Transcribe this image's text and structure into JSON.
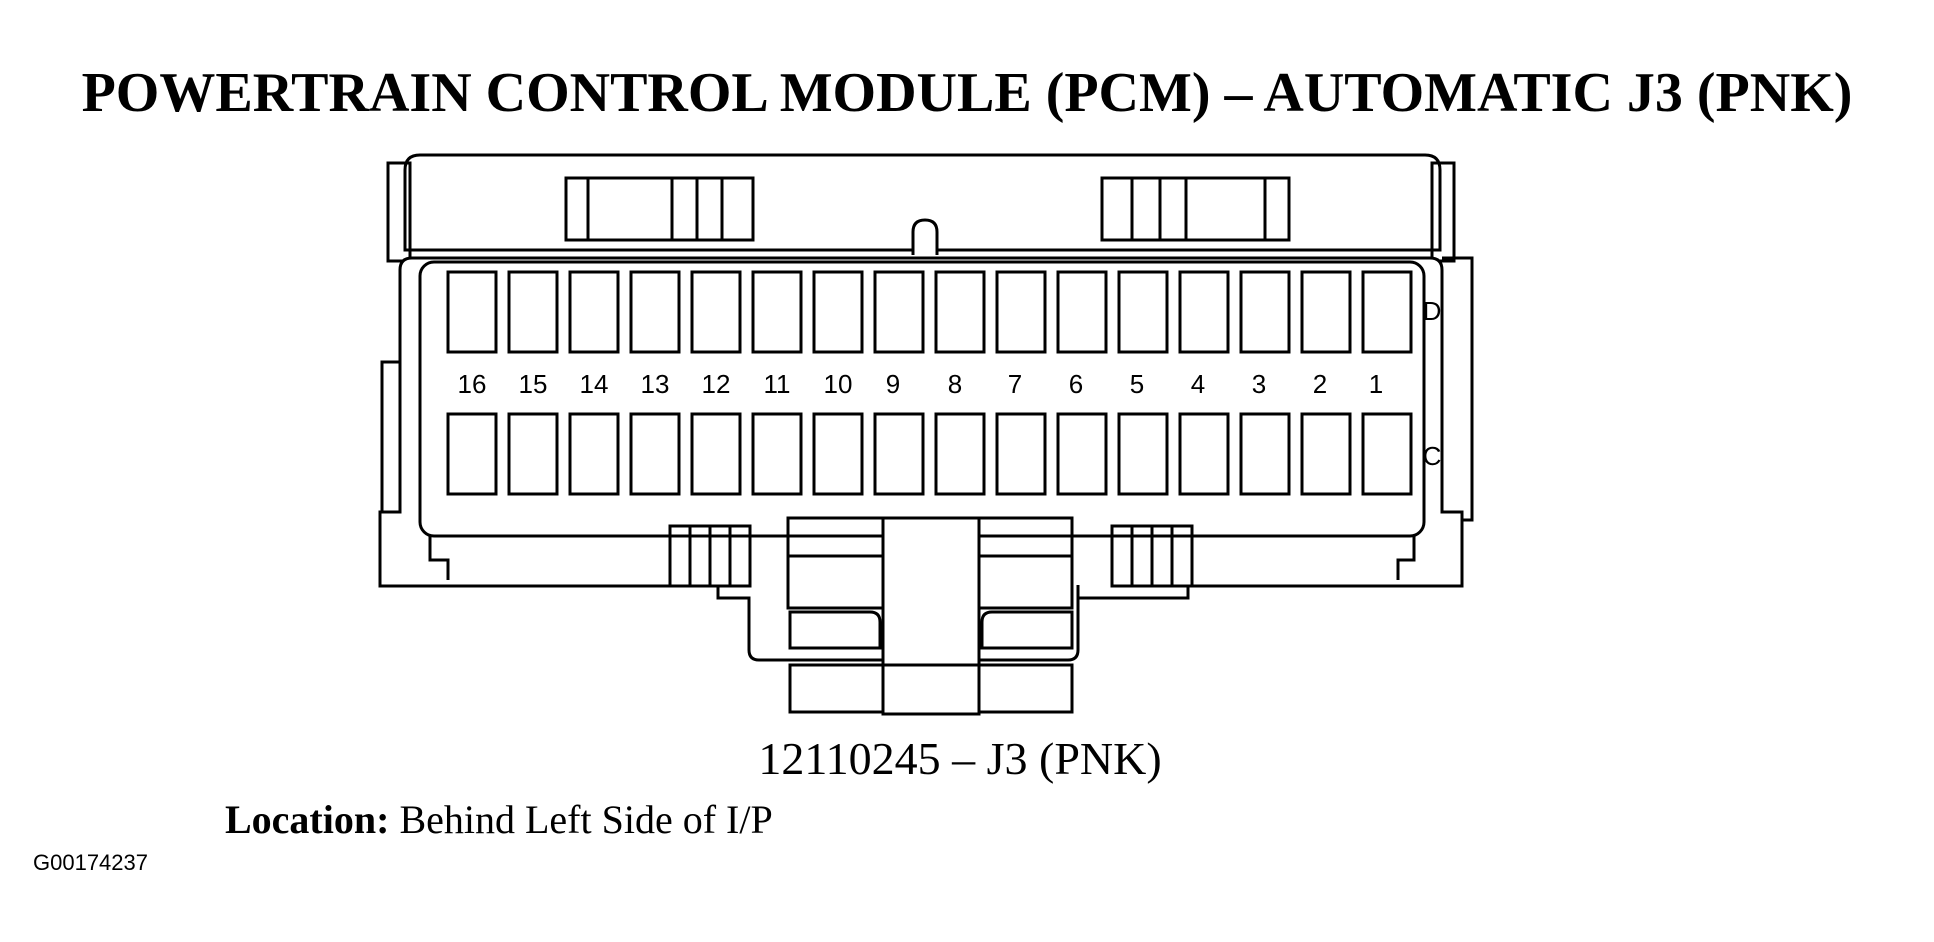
{
  "title": "POWERTRAIN CONTROL MODULE (PCM) – AUTOMATIC J3 (PNK)",
  "connector": {
    "pin_numbers": [
      "16",
      "15",
      "14",
      "13",
      "12",
      "11",
      "10",
      "9",
      "8",
      "7",
      "6",
      "5",
      "4",
      "3",
      "2",
      "1"
    ],
    "row_labels": {
      "top": "D",
      "bottom": "C"
    },
    "part_caption": "12110245 – J3 (PNK)"
  },
  "location": {
    "label": "Location:",
    "text": " Behind Left Side of I/P"
  },
  "figure_id": "G00174237"
}
